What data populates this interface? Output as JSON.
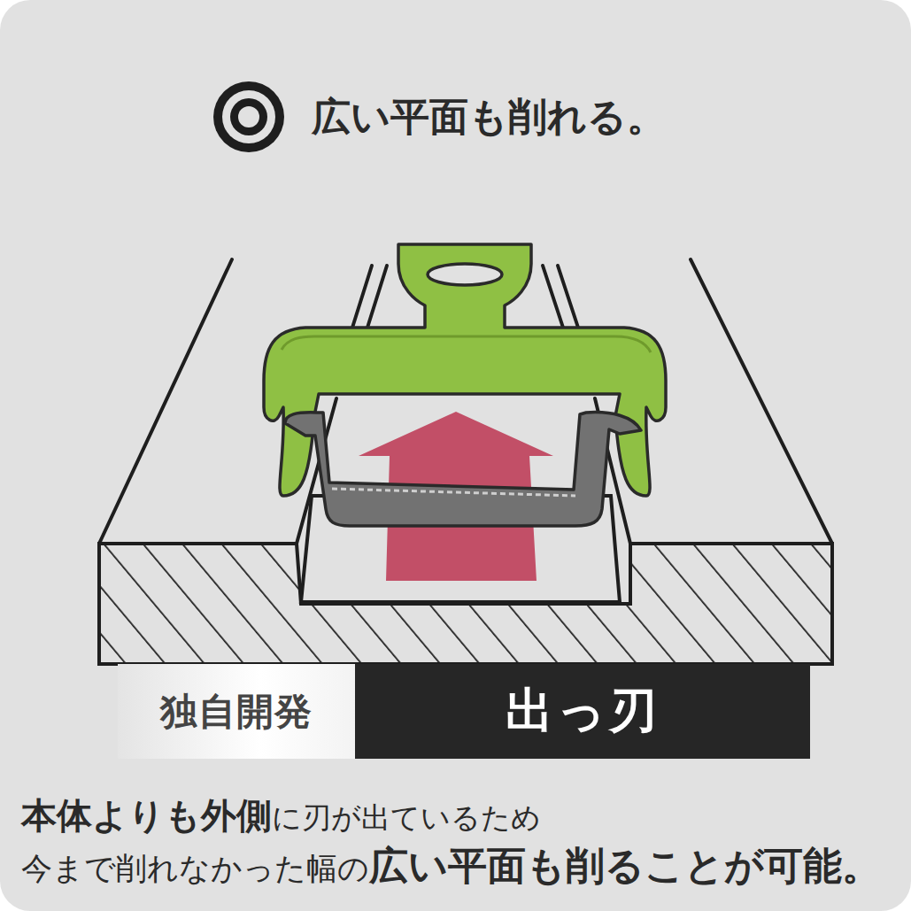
{
  "diagram": {
    "title": "広い平面も削れる。",
    "nodes": [
      {
        "text": [
          "独自開発"
        ]
      },
      {
        "text": [
          "出っ刃"
        ]
      }
    ],
    "labels": [
      "本体よりも外側",
      "に刃が出ているため",
      "今まで削れなかった幅の",
      "広い平面も削ることが可能。"
    ]
  }
}
